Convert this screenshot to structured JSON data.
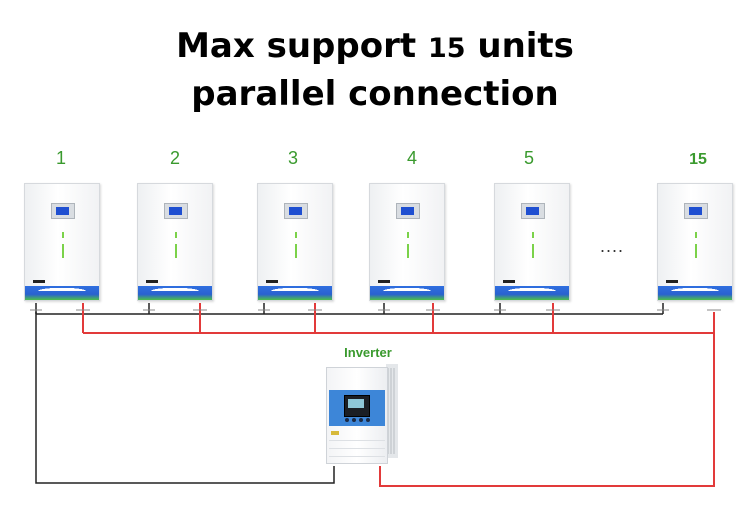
{
  "title": {
    "line1_pre": "Max support ",
    "line1_num": "15",
    "line1_post": " units",
    "line2": "parallel connection"
  },
  "units": [
    {
      "label": "1"
    },
    {
      "label": "2"
    },
    {
      "label": "3"
    },
    {
      "label": "4"
    },
    {
      "label": "5"
    },
    {
      "label": "15"
    }
  ],
  "ellipsis": "....",
  "inverter": {
    "label": "Inverter"
  },
  "colors": {
    "accent_green": "#3a9a2e",
    "negative_wire": "#222222",
    "positive_wire": "#e23a3a",
    "battery_base_blue": "#2f6fe0",
    "battery_base_green": "#4cbf4a",
    "inverter_panel": "#3d86d8"
  }
}
